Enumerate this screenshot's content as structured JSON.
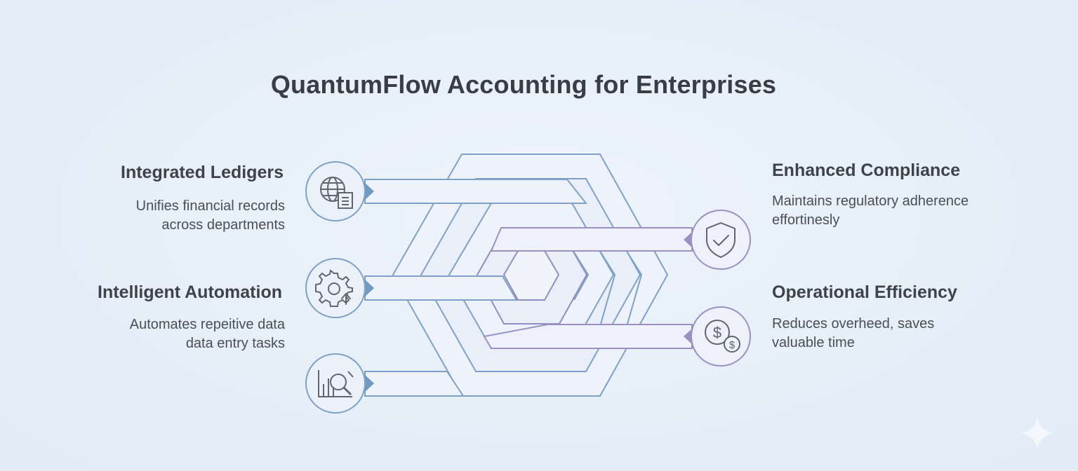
{
  "title": "QuantumFlow Accounting for Enterprises",
  "left_items": [
    {
      "heading": "Integrated Ledigers",
      "desc_lines": [
        "Unifies financial records",
        "across departments"
      ],
      "icon": "globe-document-icon"
    },
    {
      "heading": "Intelligent Automation",
      "desc_lines": [
        "Automates repeitive data",
        "data entry tasks"
      ],
      "icon": "gear-upload-icon"
    },
    {
      "heading": "",
      "desc_lines": [],
      "icon": "chart-magnifier-icon"
    }
  ],
  "right_items": [
    {
      "heading": "Enhanced Compliance",
      "desc_lines": [
        "Maintains regulatory adherence",
        "effortinesly"
      ],
      "icon": "shield-check-icon"
    },
    {
      "heading": "Operational Efficiency",
      "desc_lines": [
        "Reduces overheed, saves",
        "valuable time"
      ],
      "icon": "dollar-coins-icon"
    }
  ],
  "colors": {
    "background": "#e6eff8",
    "blue_accent": "#6f9ac4",
    "purple_accent": "#9b8fc4",
    "band_fill": "#eef2fb",
    "text_dark": "#3e4249",
    "text_body": "#4a4e56"
  },
  "decoration": {
    "sparkle": "sparkle-icon"
  }
}
